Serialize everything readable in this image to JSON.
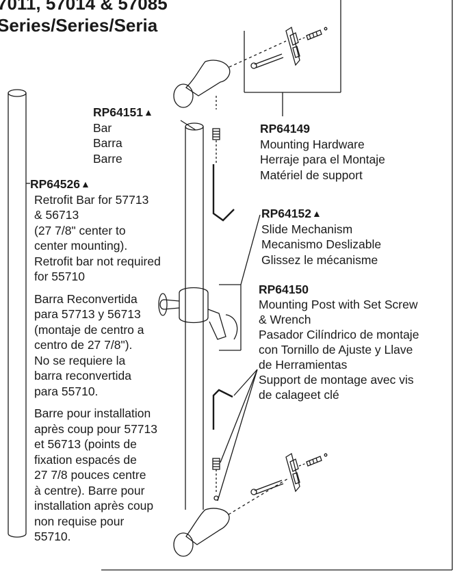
{
  "header": {
    "title_line1": "7011, 57014 & 57085",
    "title_line2": "Series/Series/Seria"
  },
  "parts": {
    "bar": {
      "part_number": "RP64151",
      "triangle": "▲",
      "lines": [
        "Bar",
        "Barra",
        "Barre"
      ]
    },
    "mounting_hardware": {
      "part_number": "RP64149",
      "lines": [
        "Mounting Hardware",
        "Herraje para el Montaje",
        "Matériel de support"
      ]
    },
    "retrofit_bar": {
      "part_number": "RP64526",
      "triangle": "▲",
      "english": [
        "Retrofit Bar for 57713",
        "& 56713",
        "(27 7/8\" center to",
        "center mounting).",
        "Retrofit bar not required",
        "for 55710"
      ],
      "spanish": [
        "Barra Reconvertida",
        "para 57713 y 56713",
        "(montaje de centro a",
        "centro de 27 7/8\").",
        "No se requiere la",
        "barra reconvertida",
        "para 55710."
      ],
      "french": [
        "Barre pour installation",
        "après coup pour 57713",
        "et 56713 (points de",
        "fixation espacés de",
        "27 7/8 pouces centre",
        "à centre). Barre pour",
        "installation après coup",
        "non requise pour",
        "55710."
      ]
    },
    "slide_mechanism": {
      "part_number": "RP64152",
      "triangle": "▲",
      "lines": [
        "Slide Mechanism",
        "Mecanismo Deslizable",
        "Glissez le mécanisme"
      ]
    },
    "mounting_post": {
      "part_number": "RP64150",
      "lines": [
        "Mounting Post with Set Screw",
        "& Wrench",
        "Pasador Cilíndrico de montaje",
        "con Tornillo de Ajuste y Llave",
        "de Herramientas",
        "Support de montage avec vis",
        "de calageet clé"
      ]
    }
  }
}
